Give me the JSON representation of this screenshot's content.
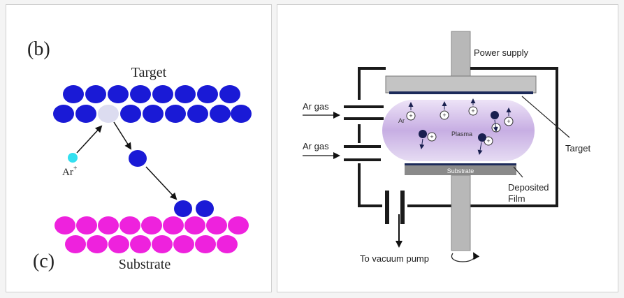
{
  "left_diagram": {
    "label_b": "(b)",
    "label_c": "(c)",
    "target_label": "Target",
    "substrate_label": "Substrate",
    "ion_label": "Ar",
    "ion_charge": "+",
    "colors": {
      "target_atom": "#1a1ad6",
      "vacancy": "#dcdcf0",
      "ion": "#33e0f0",
      "substrate_atom": "#ee22dd",
      "arrow": "#111111"
    }
  },
  "right_diagram": {
    "power_supply_label": "Power supply",
    "gas_inlet_1": "Ar gas",
    "gas_inlet_2": "Ar gas",
    "plasma_label": "Plasma",
    "argon_label": "Ar",
    "target_label": "Target",
    "substrate_label": "Substrate",
    "deposited_film_label_1": "Deposited",
    "deposited_film_label_2": "Film",
    "vacuum_pump_label": "To vacuum pump",
    "ion_symbol": "+",
    "colors": {
      "chamber_wall": "#1a1a1a",
      "electrode": "#b8b8b8",
      "target_plate": "#1c2a5a",
      "plasma": "#c7aee3",
      "atom": "#1a2050"
    }
  }
}
